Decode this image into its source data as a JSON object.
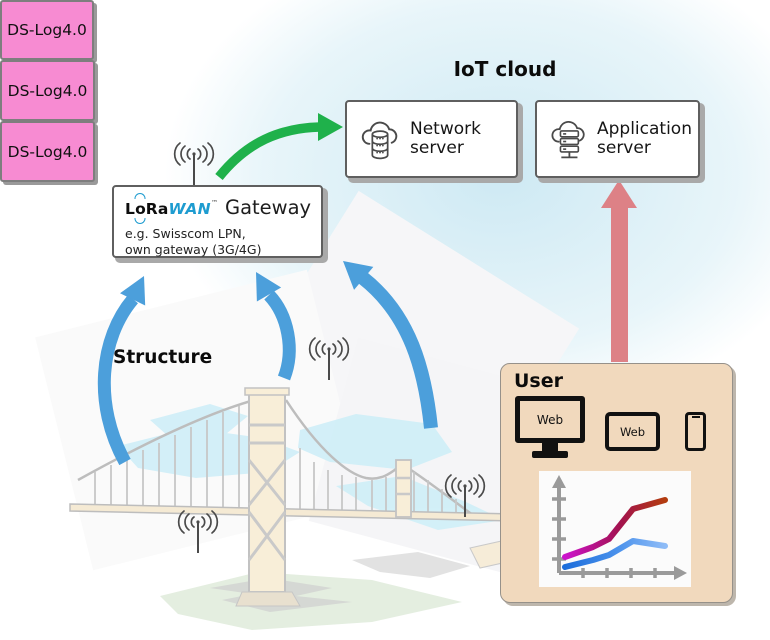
{
  "title": "IoT cloud",
  "network_server": {
    "line1": "Network",
    "line2": "server"
  },
  "application_server": {
    "line1": "Application",
    "line2": "server"
  },
  "gateway": {
    "brand_l": "L",
    "brand_o": "o",
    "brand_ra": "Ra",
    "brand_wan": "WAN",
    "brand_tm": "™",
    "label": "Gateway",
    "sub1": "e.g. Swisscom LPN,",
    "sub2": "own gateway (3G/4G)"
  },
  "structure_label": "Structure",
  "devices": {
    "middle": "DS-Log4.0",
    "bottom_left": "DS-Log4.0",
    "right": "DS-Log4.0"
  },
  "user": {
    "title": "User",
    "desktop_label": "Web",
    "tablet_label": "Web",
    "chart": {
      "type": "line",
      "axes": "unlabeled decorative axes with ticks",
      "series": [
        {
          "name": "upper-line",
          "color_start": "#cc14cc",
          "color_mid": "#a2124e",
          "color_end": "#b33c0e",
          "points": [
            [
              26,
              86
            ],
            [
              54,
              76
            ],
            [
              70,
              68
            ],
            [
              94,
              38
            ],
            [
              126,
              29
            ]
          ]
        },
        {
          "name": "lower-line",
          "color_start": "#1d6edb",
          "color_mid": "#4d93ec",
          "color_end": "#8fbcf7",
          "points": [
            [
              26,
              96
            ],
            [
              54,
              89
            ],
            [
              70,
              84
            ],
            [
              94,
              70
            ],
            [
              126,
              75
            ]
          ]
        }
      ]
    }
  },
  "colors": {
    "uplink_arrow_blue": "#4c9fdb",
    "gateway_to_cloud_green": "#1fb14b",
    "user_to_cloud_red": "#dd8186",
    "device_box_pink": "#f78bd2",
    "user_panel_tan": "#f1d9bd",
    "lora_blue": "#1e9cd0"
  }
}
